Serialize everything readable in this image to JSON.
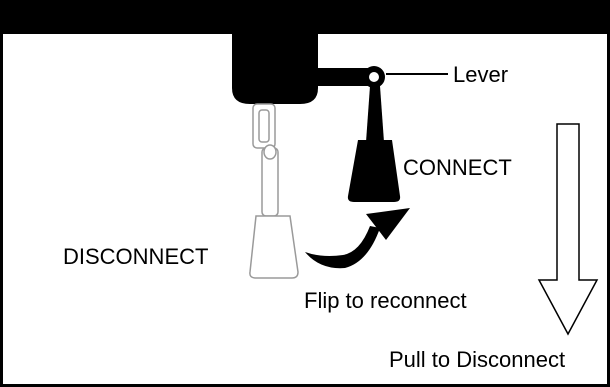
{
  "labels": {
    "lever": "Lever",
    "connect": "CONNECT",
    "disconnect": "DISCONNECT",
    "flip": "Flip to reconnect",
    "pull": "Pull to Disconnect"
  },
  "colors": {
    "ink": "#000000",
    "ghost_stroke": "#9a9a9a",
    "background": "#ffffff"
  },
  "icons": {
    "curved_arrow": "curved-arrow-icon",
    "down_arrow": "down-arrow-icon"
  }
}
